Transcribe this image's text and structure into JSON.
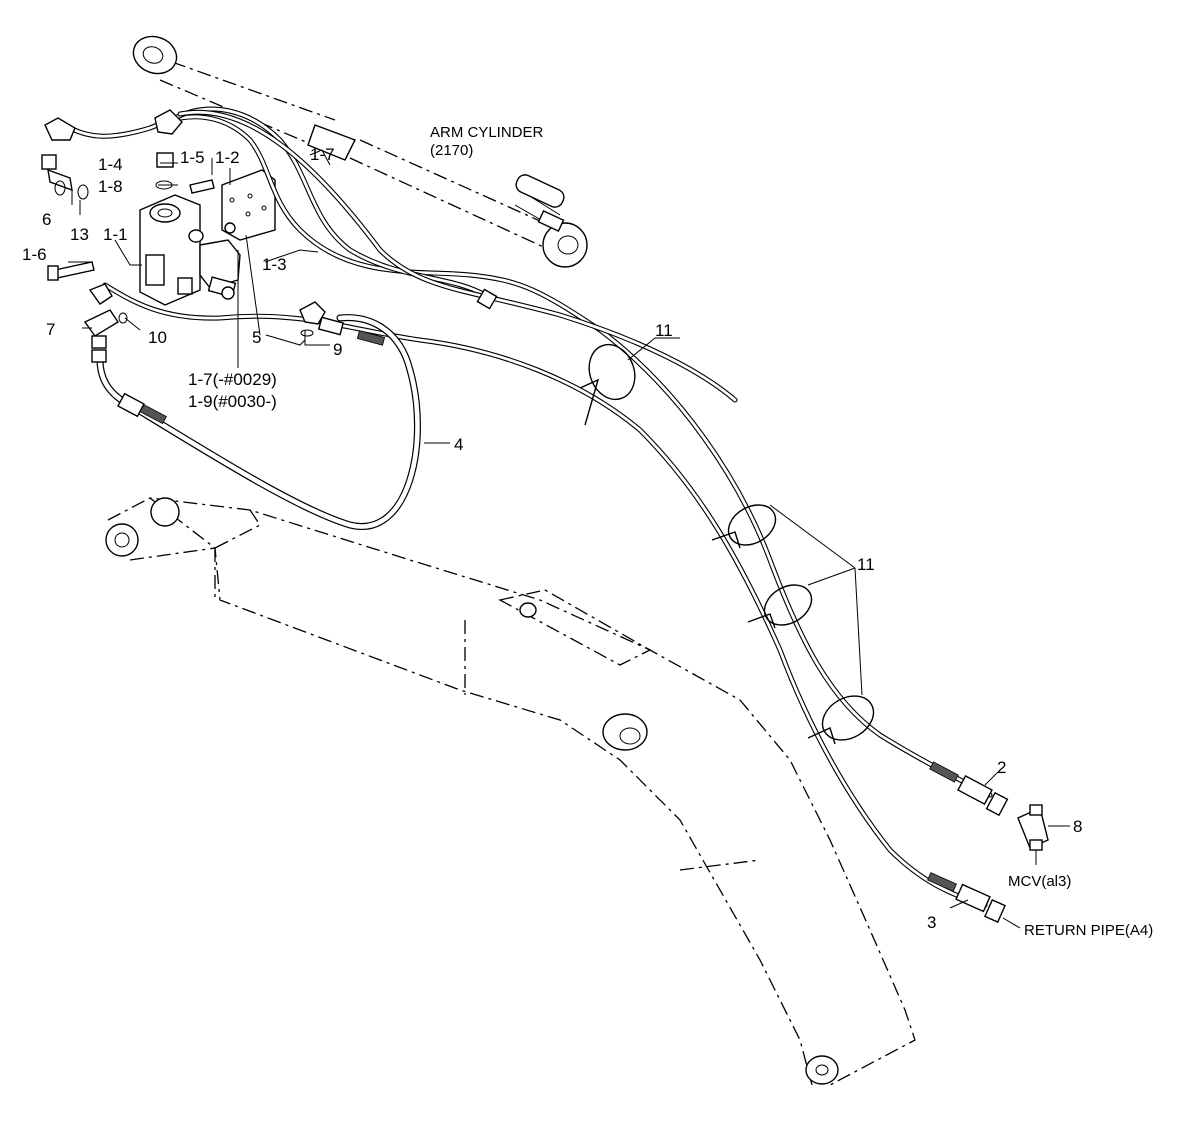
{
  "diagram": {
    "labels": {
      "arm_cylinder": "ARM CYLINDER",
      "arm_cylinder_ref": "(2170)",
      "p1_1": "1-1",
      "p1_2": "1-2",
      "p1_3": "1-3",
      "p1_4": "1-4",
      "p1_5": "1-5",
      "p1_6": "1-6",
      "p1_7_top": "1-7",
      "p1_8": "1-8",
      "p1_7_serial": "1-7(-#0029)",
      "p1_9_serial": "1-9(#0030-)",
      "p2": "2",
      "p3": "3",
      "p4": "4",
      "p5": "5",
      "p6": "6",
      "p7": "7",
      "p8": "8",
      "p9": "9",
      "p10": "10",
      "p11_top": "11",
      "p11_mid": "11",
      "p13": "13",
      "mcv": "MCV(al3)",
      "return_pipe": "RETURN PIPE(A4)"
    }
  }
}
